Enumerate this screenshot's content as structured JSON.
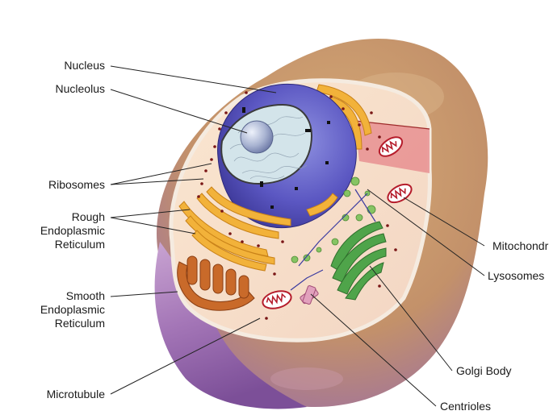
{
  "labels": {
    "nucleus": "Nucleus",
    "nucleolus": "Nucleolus",
    "ribosomes": "Ribosomes",
    "rough_er": "Rough\nEndoplasmic\nReticulum",
    "smooth_er": "Smooth\nEndoplasmic\nReticulum",
    "microtubule": "Microtubule",
    "mitochondria": "Mitochondria",
    "lysosomes": "Lysosomes",
    "golgi_body": "Golgi Body",
    "centrioles": "Centrioles"
  },
  "colors": {
    "cell_outer": "#c89a63",
    "cell_purple": "#a576b8",
    "cytoplasm": "#f7dfc6",
    "nuclear_envelope": "#4b46a8",
    "nucleoplasm": "#cfe3ea",
    "nucleolus": "#9aa8c8",
    "rough_er": "#f2b23a",
    "smooth_er": "#c96a2a",
    "golgi": "#4fa44a",
    "mitochondria": "#b51c2b",
    "lysosome": "#7cbf5a",
    "centriole": "#d98aa8",
    "ribosome": "#7a1616"
  }
}
